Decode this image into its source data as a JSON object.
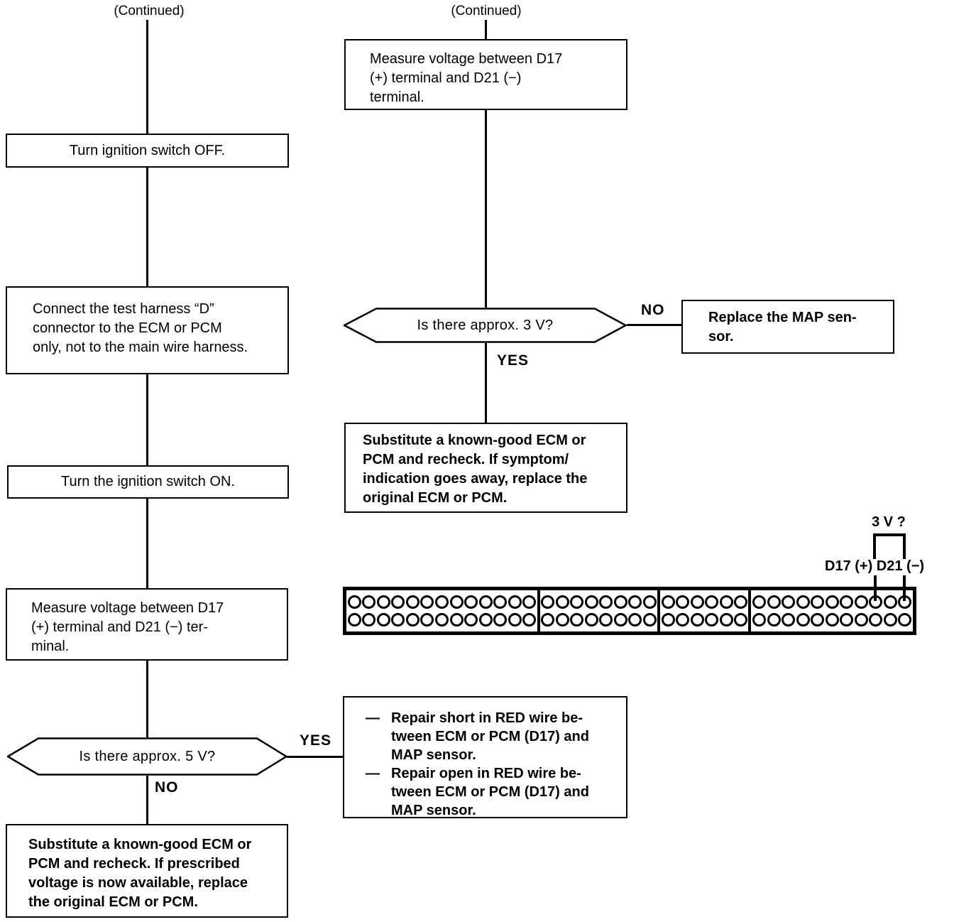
{
  "left_flow": {
    "continued_label": "(Continued)",
    "box_ignition_off": "Turn ignition switch OFF.",
    "box_connect_harness": "Connect the test harness “D”\nconnector to the ECM or PCM\nonly, not to the main wire harness.",
    "box_ignition_on": "Turn the ignition switch ON.",
    "box_measure_voltage": "Measure voltage between D17\n(+) terminal and D21 (−) ter-\nminal.",
    "decision_5v": "Is there approx. 5 V?",
    "decision_5v_yes": "YES",
    "decision_5v_no": "NO",
    "box_substitute": "Substitute a known-good ECM or\nPCM and recheck. If prescribed\nvoltage is now available, replace\nthe original ECM or PCM."
  },
  "right_flow": {
    "continued_label": "(Continued)",
    "box_measure_voltage": "Measure voltage between D17\n(+) terminal and D21 (−)\nterminal.",
    "decision_3v": "Is there approx. 3 V?",
    "decision_3v_no": "NO",
    "decision_3v_yes": "YES",
    "box_replace_map": "Replace the MAP sen-\nsor.",
    "box_substitute": "Substitute a known-good ECM or\nPCM and recheck. If symptom/\nindication goes away, replace the\noriginal ECM or PCM.",
    "repair_box": {
      "items": [
        {
          "dash": "—",
          "text": "Repair short in RED wire be-\ntween ECM or PCM (D17) and\nMAP sensor."
        },
        {
          "dash": "—",
          "text": "Repair open in RED wire be-\ntween ECM or PCM (D17) and\nMAP sensor."
        }
      ]
    }
  },
  "connector": {
    "voltage_label": "3 V ?",
    "terminal_label": "D17 (+) D21 (−)",
    "sections_pins": [
      13,
      8,
      6,
      11
    ],
    "rows": 2
  },
  "colors": {
    "ink": "#000000",
    "paper": "#ffffff"
  }
}
